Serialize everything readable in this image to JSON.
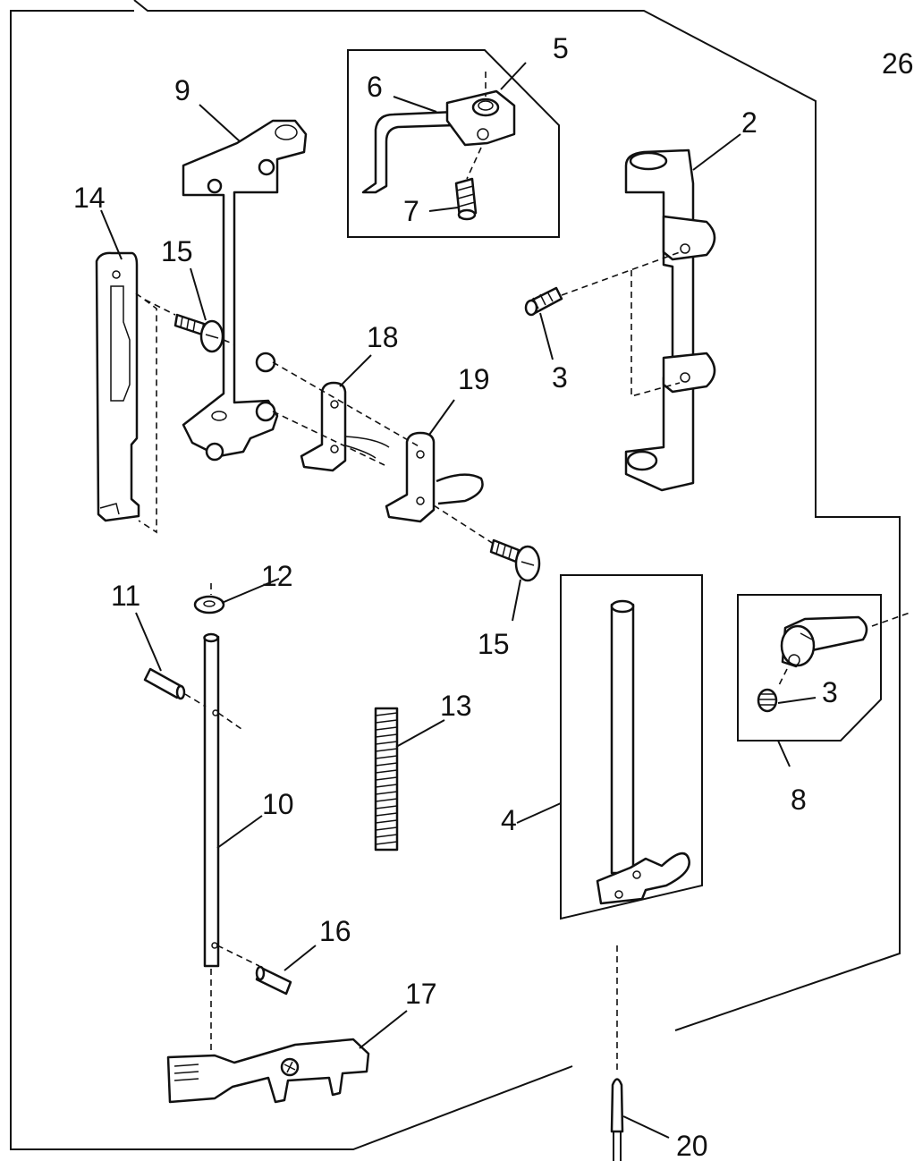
{
  "page_number": "26",
  "parts": [
    {
      "id": "p2",
      "number": "2"
    },
    {
      "id": "p3a",
      "number": "3"
    },
    {
      "id": "p3b",
      "number": "3"
    },
    {
      "id": "p4",
      "number": "4"
    },
    {
      "id": "p5",
      "number": "5"
    },
    {
      "id": "p6",
      "number": "6"
    },
    {
      "id": "p7",
      "number": "7"
    },
    {
      "id": "p8",
      "number": "8"
    },
    {
      "id": "p9",
      "number": "9"
    },
    {
      "id": "p10",
      "number": "10"
    },
    {
      "id": "p11",
      "number": "11"
    },
    {
      "id": "p12",
      "number": "12"
    },
    {
      "id": "p13",
      "number": "13"
    },
    {
      "id": "p14",
      "number": "14"
    },
    {
      "id": "p15a",
      "number": "15"
    },
    {
      "id": "p15b",
      "number": "15"
    },
    {
      "id": "p16",
      "number": "16"
    },
    {
      "id": "p17",
      "number": "17"
    },
    {
      "id": "p18",
      "number": "18"
    },
    {
      "id": "p19",
      "number": "19"
    },
    {
      "id": "p20",
      "number": "20"
    }
  ]
}
